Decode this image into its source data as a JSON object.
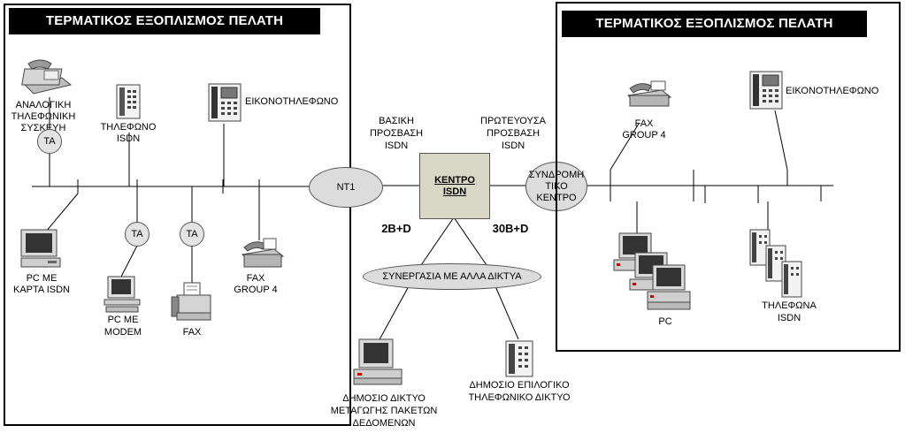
{
  "left_panel": {
    "title": "ΤΕΡΜΑΤΙΚΟΣ ΕΞΟΠΛΙΣΜΟΣ ΠΕΛΑΤΗ",
    "devices": {
      "analog_phone": [
        "ΑΝΑΛΟΓΙΚΗ",
        "ΤΗΛΕΦΩΝΙΚΗ",
        "ΣΥΣΚΕΥΗ"
      ],
      "isdn_phone": [
        "ΤΗΛΕΦΩΝΟ",
        "ISDN"
      ],
      "videophone": "ΕΙΚΟΝΟΤΗΛΕΦΩΝΟ",
      "pc_isdn": [
        "PC ME",
        "ΚΑΡΤΑ ISDN"
      ],
      "pc_modem": [
        "PC ME",
        "MODEM"
      ],
      "fax": "FAX",
      "fax_g4": [
        "FAX",
        "GROUP 4"
      ]
    },
    "ta_label": "ΤΑ"
  },
  "right_panel": {
    "title": "ΤΕΡΜΑΤΙΚΟΣ ΕΞΟΠΛΙΣΜΟΣ ΠΕΛΑΤΗ",
    "devices": {
      "fax_g4": [
        "FAX",
        "GROUP 4"
      ],
      "videophone": "ΕΙΚΟΝΟΤΗΛΕΦΩΝΟ",
      "pc": "PC",
      "isdn_phones": [
        "ΤΗΛΕΦΩΝΑ",
        "ISDN"
      ]
    }
  },
  "network": {
    "nt1": "NT1",
    "center": [
      "ΚΕΝΤΡΟ",
      "ISDN"
    ],
    "switch": [
      "ΣΥΝΔΡΟΜΗ",
      "ΤΙΚΟ",
      "ΚΕΝΤΡΟ"
    ],
    "basic_access": [
      "ΒΑΣΙΚΗ",
      "ΠΡΟΣΒΑΣΗ",
      "ISDN"
    ],
    "primary_access": [
      "ΠΡΩΤΕΥΟΥΣΑ",
      "ΠΡΟΣΒΑΣΗ",
      "ISDN"
    ],
    "basic_rate": "2B+D",
    "primary_rate": "30B+D",
    "interworking": "ΣΥΝΕΡΓΑΣΙΑ ΜΕ ΑΛΛΑ ΔΙΚΤΥΑ",
    "packet_network": [
      "ΔΗΜΟΣΙΟ ΔΙΚΤΥΟ",
      "ΜΕΤΑΓΩΓΗΣ ΠΑΚΕΤΩΝ",
      "ΔΕΔΟΜΕΝΩΝ"
    ],
    "pstn": [
      "ΔΗΜΟΣΙΟ ΕΠΙΛΟΓΙΚΟ",
      "ΤΗΛΕΦΩΝΙΚΟ ΔΙΚΤΥΟ"
    ]
  }
}
